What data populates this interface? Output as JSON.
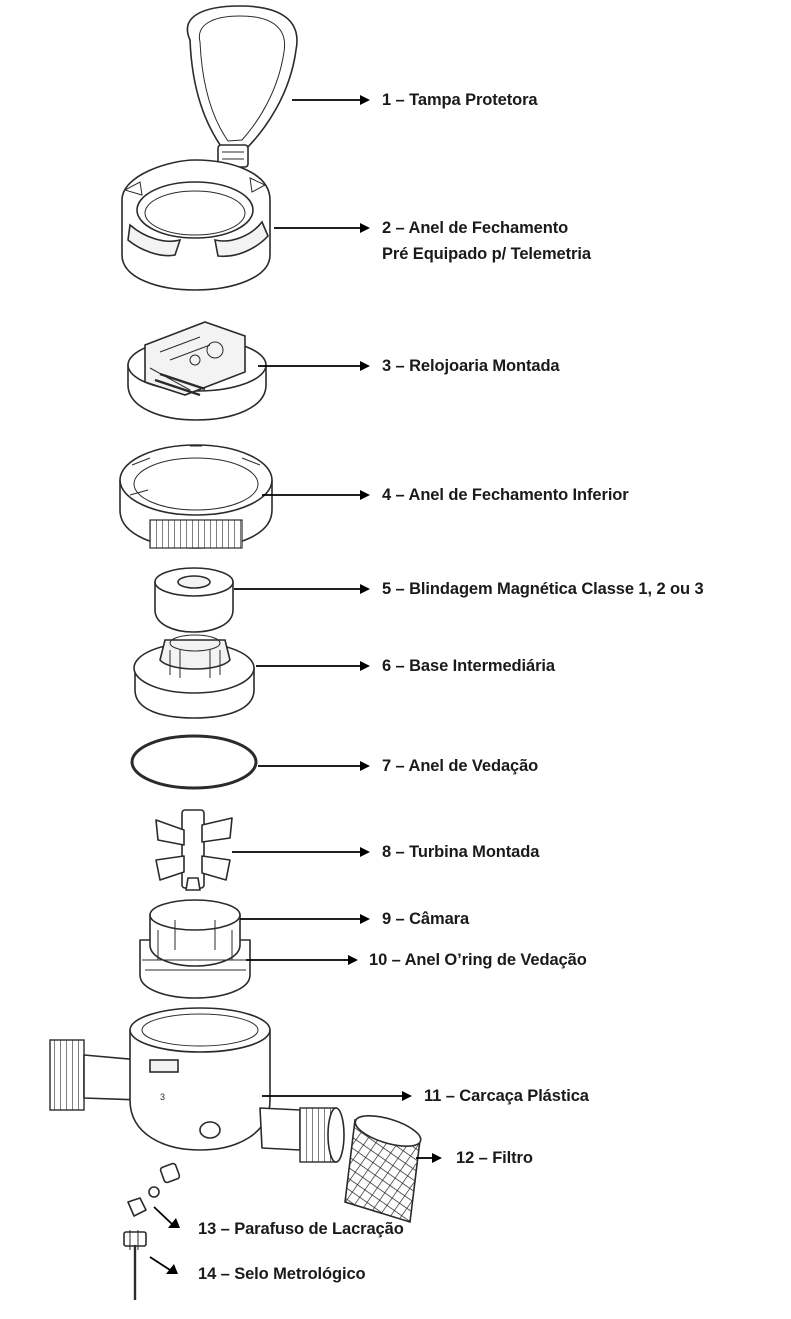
{
  "labels": [
    {
      "id": "p1",
      "lines": [
        "1 – Tampa Protetora"
      ]
    },
    {
      "id": "p2",
      "lines": [
        "2 – Anel de Fechamento",
        "Pré Equipado p/ Telemetria"
      ]
    },
    {
      "id": "p3",
      "lines": [
        "3 – Relojoaria Montada"
      ]
    },
    {
      "id": "p4",
      "lines": [
        "4 – Anel de Fechamento Inferior"
      ]
    },
    {
      "id": "p5",
      "lines": [
        "5 – Blindagem Magnética Classe 1, 2 ou 3"
      ]
    },
    {
      "id": "p6",
      "lines": [
        "6 – Base Intermediária"
      ]
    },
    {
      "id": "p7",
      "lines": [
        "7 – Anel de Vedação"
      ]
    },
    {
      "id": "p8",
      "lines": [
        "8 – Turbina Montada"
      ]
    },
    {
      "id": "p9",
      "lines": [
        "9 – Câmara"
      ]
    },
    {
      "id": "p10",
      "lines": [
        "10 – Anel O’ring de Vedação"
      ]
    },
    {
      "id": "p11",
      "lines": [
        "11 – Carcaça Plástica"
      ]
    },
    {
      "id": "p12",
      "lines": [
        "12 – Filtro"
      ]
    },
    {
      "id": "p13",
      "lines": [
        "13 – Parafuso de Lacração"
      ]
    },
    {
      "id": "p14",
      "lines": [
        "14 – Selo Metrológico"
      ]
    }
  ],
  "housing_mark": "3",
  "colors": {
    "line": "#2b2b2b",
    "text": "#1a1a1a",
    "background": "#ffffff"
  }
}
